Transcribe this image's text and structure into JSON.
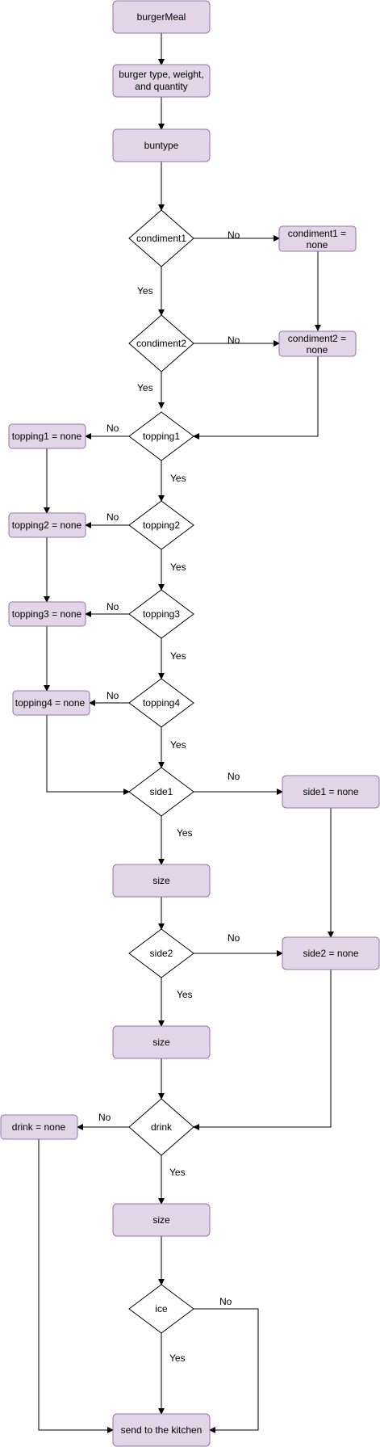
{
  "nodes": {
    "burgerMeal": "burgerMeal",
    "burgerType1": "burger type, weight,",
    "burgerType2": "and quantity",
    "buntype": "buntype",
    "condiment1": "condiment1",
    "condiment1None1": "condiment1 =",
    "condiment1None2": "none",
    "condiment2": "condiment2",
    "condiment2None1": "condiment2 =",
    "condiment2None2": "none",
    "topping1": "topping1",
    "topping1None": "topping1 = none",
    "topping2": "topping2",
    "topping2None": "topping2 = none",
    "topping3": "topping3",
    "topping3None": "topping3 = none",
    "topping4": "topping4",
    "topping4None": "topping4 = none",
    "side1": "side1",
    "side1None": "side1 = none",
    "size1": "size",
    "side2": "side2",
    "side2None": "side2 = none",
    "size2": "size",
    "drink": "drink",
    "drinkNone": "drink = none",
    "size3": "size",
    "ice": "ice",
    "kitchen": "send to the kitchen"
  },
  "edgeLabels": {
    "yes": "Yes",
    "no": "No"
  }
}
